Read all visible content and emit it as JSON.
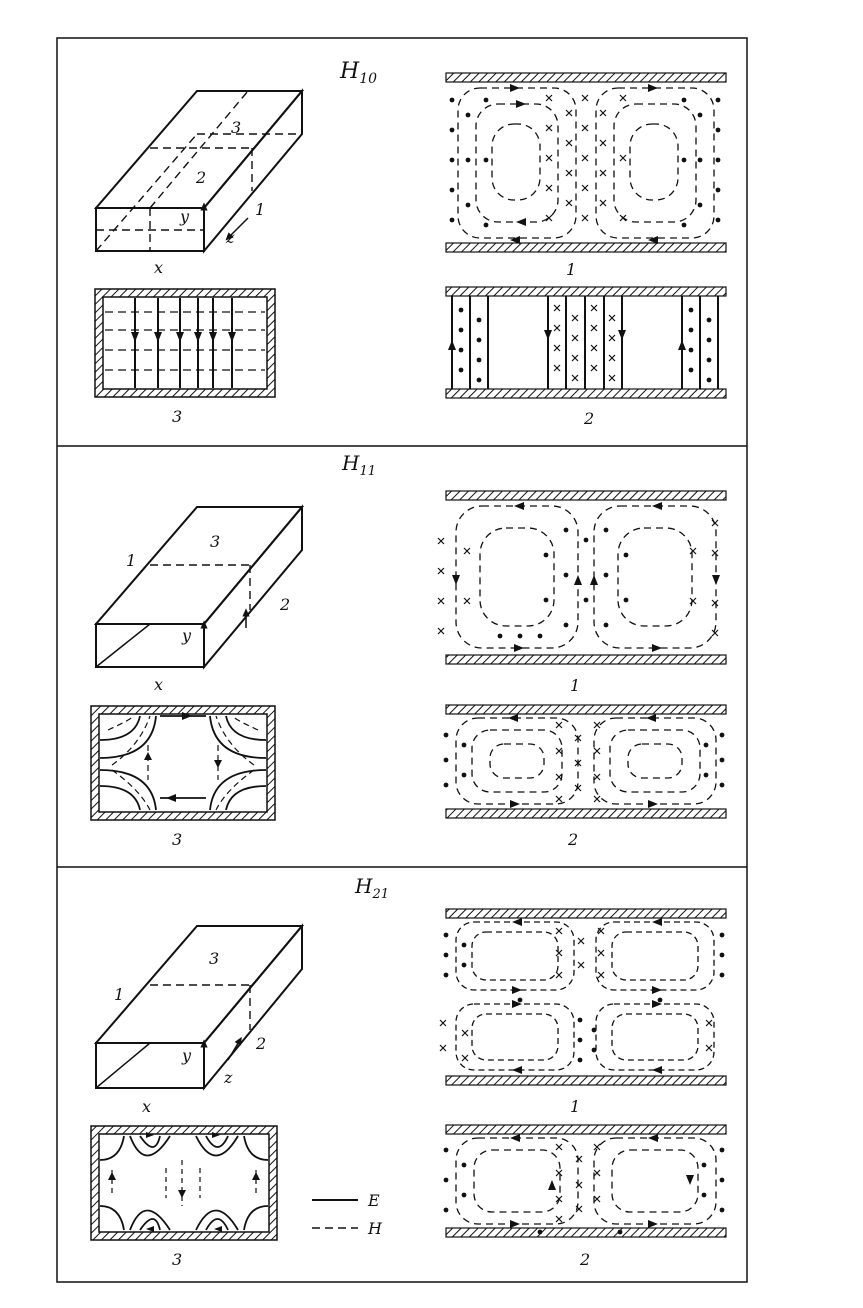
{
  "panels": [
    {
      "mode_sub": "10",
      "labels": [
        "1",
        "2",
        "3"
      ],
      "axes": [
        "x",
        "y",
        "z"
      ]
    },
    {
      "mode_sub": "11",
      "labels": [
        "1",
        "2",
        "3"
      ],
      "axes": [
        "x",
        "y"
      ]
    },
    {
      "mode_sub": "21",
      "labels": [
        "1",
        "2",
        "3"
      ],
      "axes": [
        "x",
        "y",
        "z"
      ]
    }
  ],
  "mode_prefix": "H",
  "legend": {
    "e_label": "E",
    "h_label": "H"
  },
  "colors": {
    "ink": "#111111",
    "paper": "#ffffff"
  }
}
